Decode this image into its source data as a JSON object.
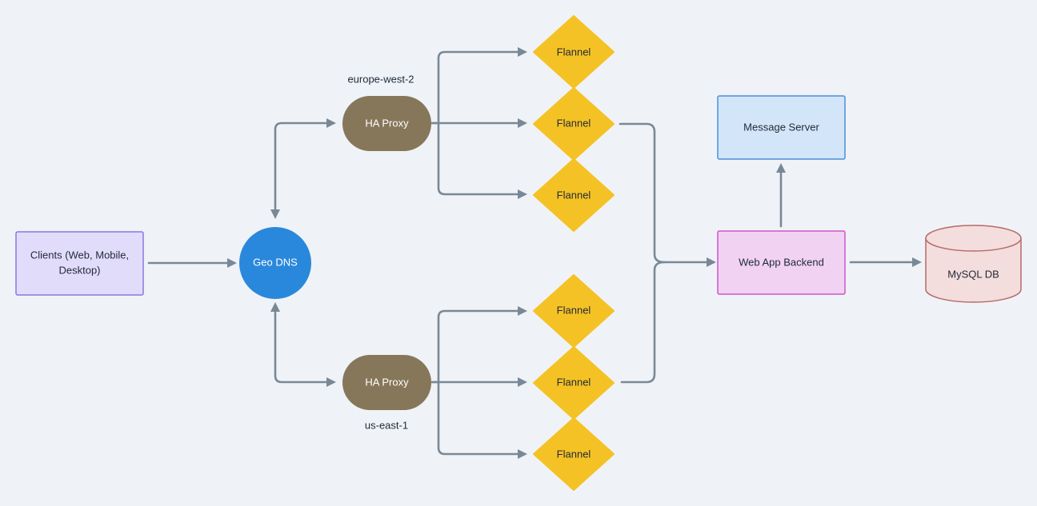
{
  "colors": {
    "background": "#eff3f7",
    "connector": "#7a8896",
    "clients_fill": "#e2dcfb",
    "clients_stroke": "#8a78e0",
    "geo_dns_fill": "#2a88dc",
    "ha_proxy_fill": "#86775a",
    "flannel_fill": "#f5c225",
    "backend_fill": "#f2d2f3",
    "backend_stroke": "#cc55cc",
    "message_server_fill": "#d3e5f8",
    "message_server_stroke": "#4a90d9",
    "mysql_fill": "#f4dddd",
    "mysql_stroke": "#b86a6a"
  },
  "nodes": {
    "clients": {
      "line1": "Clients (Web, Mobile,",
      "line2": "Desktop)"
    },
    "geo_dns": {
      "label": "Geo DNS"
    },
    "ha_proxy_europe": {
      "label": "HA Proxy",
      "region": "europe-west-2"
    },
    "ha_proxy_us": {
      "label": "HA Proxy",
      "region": "us-east-1"
    },
    "flannels": [
      {
        "label": "Flannel"
      },
      {
        "label": "Flannel"
      },
      {
        "label": "Flannel"
      },
      {
        "label": "Flannel"
      },
      {
        "label": "Flannel"
      },
      {
        "label": "Flannel"
      }
    ],
    "web_app_backend": {
      "label": "Web App Backend"
    },
    "message_server": {
      "label": "Message Server"
    },
    "mysql_db": {
      "label": "MySQL DB"
    }
  }
}
